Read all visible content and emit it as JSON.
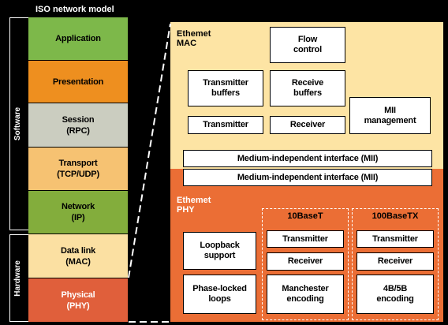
{
  "model_title": "ISO network model",
  "groups": {
    "software": "Software",
    "hardware": "Hardware"
  },
  "layers": [
    {
      "line1": "Application",
      "line2": "",
      "color": "#7db84a"
    },
    {
      "line1": "Presentation",
      "line2": "",
      "color": "#ee8f1f"
    },
    {
      "line1": "Session",
      "line2": "(RPC)",
      "color": "#cbcdc0"
    },
    {
      "line1": "Transport",
      "line2": "(TCP/UDP)",
      "color": "#f6c272"
    },
    {
      "line1": "Network",
      "line2": "(IP)",
      "color": "#83ad3c"
    },
    {
      "line1": "Data link",
      "line2": "(MAC)",
      "color": "#fbe0a2"
    },
    {
      "line1": "Physical",
      "line2": "(PHY)",
      "color": "#e05f3b"
    }
  ],
  "mac": {
    "label_line1": "Ethemet",
    "label_line2": "MAC",
    "flow_control": [
      "Flow",
      "control"
    ],
    "transmitter_buffers": [
      "Transmitter",
      "buffers"
    ],
    "receive_buffers": [
      "Receive",
      "buffers"
    ],
    "transmitter": "Transmitter",
    "receiver": "Receiver",
    "mii_management": [
      "MII",
      "management"
    ],
    "bg_color": "#fde4a4"
  },
  "mii": {
    "top": "Medium-independent interface (MII)",
    "bottom": "Medium-independent interface (MII)"
  },
  "phy": {
    "label_line1": "Ethemet",
    "label_line2": "PHY",
    "loopback": [
      "Loopback",
      "support"
    ],
    "pll": [
      "Phase-locked",
      "loops"
    ],
    "col_10": {
      "header": "10BaseT",
      "transmitter": "Transmitter",
      "receiver": "Receiver",
      "encoding": [
        "Manchester",
        "encoding"
      ]
    },
    "col_100": {
      "header": "100BaseTX",
      "transmitter": "Transmitter",
      "receiver": "Receiver",
      "encoding": [
        "4B/5B",
        "encoding"
      ]
    },
    "bg_color": "#eb6e35"
  }
}
